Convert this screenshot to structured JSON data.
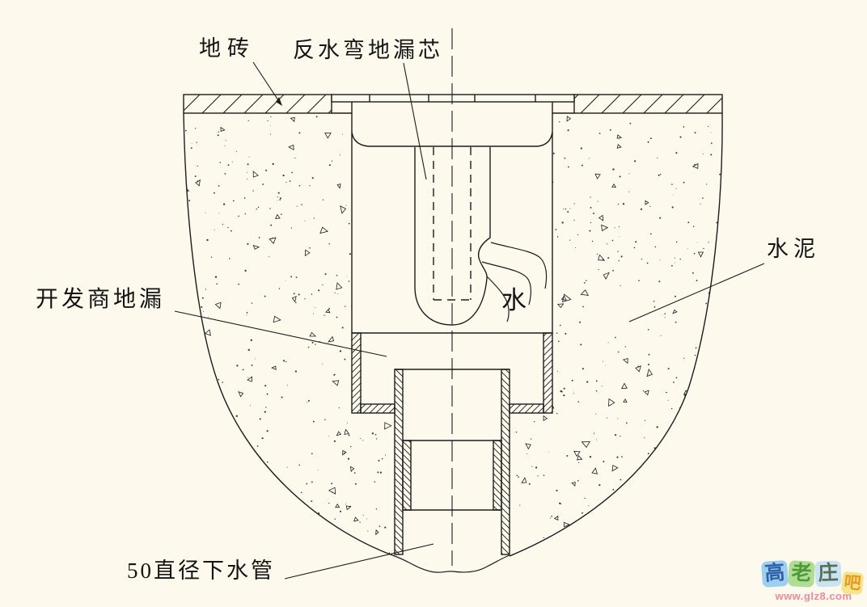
{
  "page": {
    "background_color": "#fdfaed",
    "line_color": "#1c1c1c"
  },
  "labels": {
    "tile": "地砖",
    "drain_core": "反水弯地漏芯",
    "cement": "水泥",
    "developer_drain": "开发商地漏",
    "water": "水",
    "drain_pipe": "50直径下水管"
  },
  "watermark": {
    "tiles": [
      {
        "char": "高",
        "bg": "#9ecfee",
        "fg": "#2e62a8"
      },
      {
        "char": "老",
        "bg": "#afdd95",
        "fg": "#4f9a37"
      },
      {
        "char": "庄",
        "bg": "#c9e3f2",
        "fg": "#566e52"
      }
    ],
    "suffix": {
      "char": "吧",
      "bg": "#f5e58c",
      "fg": "#e8991e"
    },
    "url": "www.glz8.com",
    "url_color": "#f2889a"
  }
}
